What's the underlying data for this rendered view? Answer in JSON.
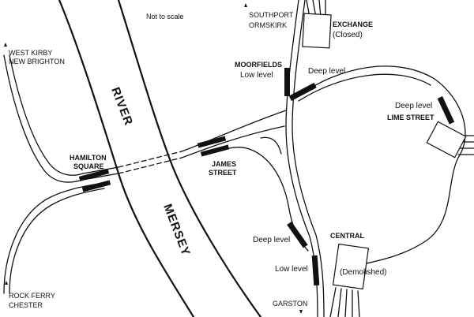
{
  "note": "Not to scale",
  "river": {
    "word1": "RIVER",
    "word2": "MERSEY"
  },
  "destinations": {
    "west_kirby": "WEST KIRBY",
    "new_brighton": "NEW BRIGHTON",
    "southport": "SOUTHPORT",
    "ormskirk": "ORMSKIRK",
    "rock_ferry": "ROCK FERRY",
    "chester": "CHESTER",
    "garston": "GARSTON"
  },
  "stations": {
    "exchange_name": "EXCHANGE",
    "exchange_status": "(Closed)",
    "moorfields_name": "MOORFIELDS",
    "moorfields_low": "Low level",
    "moorfields_deep": "Deep level",
    "lime_deep": "Deep level",
    "lime_name": "LIME STREET",
    "hamilton_1": "HAMILTON",
    "hamilton_2": "SQUARE",
    "james_1": "JAMES",
    "james_2": "STREET",
    "central_name": "CENTRAL",
    "central_deep": "Deep level",
    "central_low": "Low level",
    "central_status": "(Demolished)"
  },
  "colors": {
    "ink": "#111111",
    "background": "#ffffff"
  },
  "icons": [
    "direction-arrow-icon"
  ]
}
